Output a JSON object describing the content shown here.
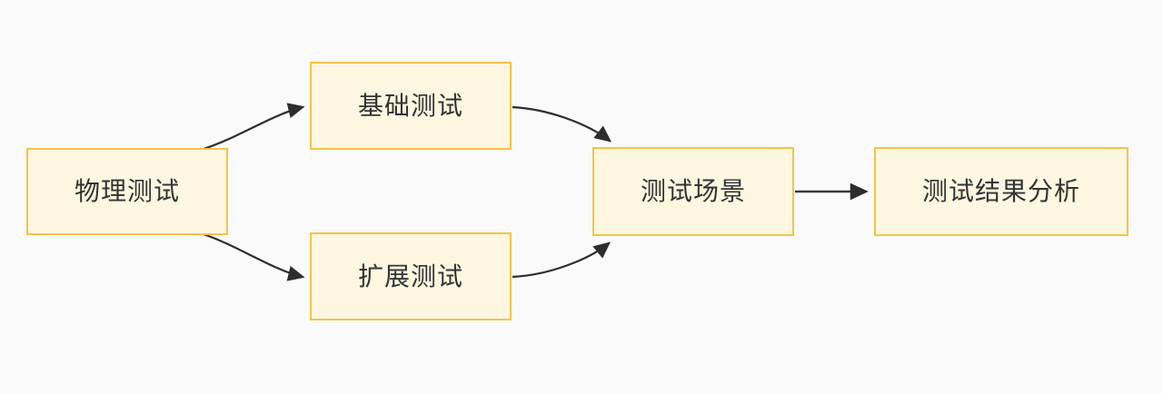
{
  "diagram": {
    "type": "flowchart",
    "direction": "left-to-right",
    "background_color": "#fafafa",
    "node_fill_color": "#fdf6e0",
    "node_border_color": "#f5c344",
    "node_text_color": "#333333",
    "edge_color": "#2d2d2d",
    "nodes": [
      {
        "id": "physical-test",
        "label": "物理测试"
      },
      {
        "id": "basic-test",
        "label": "基础测试"
      },
      {
        "id": "extended-test",
        "label": "扩展测试"
      },
      {
        "id": "test-scenario",
        "label": "测试场景"
      },
      {
        "id": "result-analysis",
        "label": "测试结果分析"
      }
    ],
    "edges": [
      {
        "id": "edge-physical-to-basic",
        "from": "物理测试",
        "to": "基础测试",
        "style": "curved",
        "label": ""
      },
      {
        "id": "edge-physical-to-extended",
        "from": "物理测试",
        "to": "扩展测试",
        "style": "curved",
        "label": ""
      },
      {
        "id": "edge-basic-to-scenario",
        "from": "基础测试",
        "to": "测试场景",
        "style": "curved",
        "label": ""
      },
      {
        "id": "edge-extended-to-scenario",
        "from": "扩展测试",
        "to": "测试场景",
        "style": "curved",
        "label": ""
      },
      {
        "id": "edge-scenario-to-analysis",
        "from": "测试场景",
        "to": "测试结果分析",
        "style": "straight",
        "label": ""
      }
    ]
  }
}
